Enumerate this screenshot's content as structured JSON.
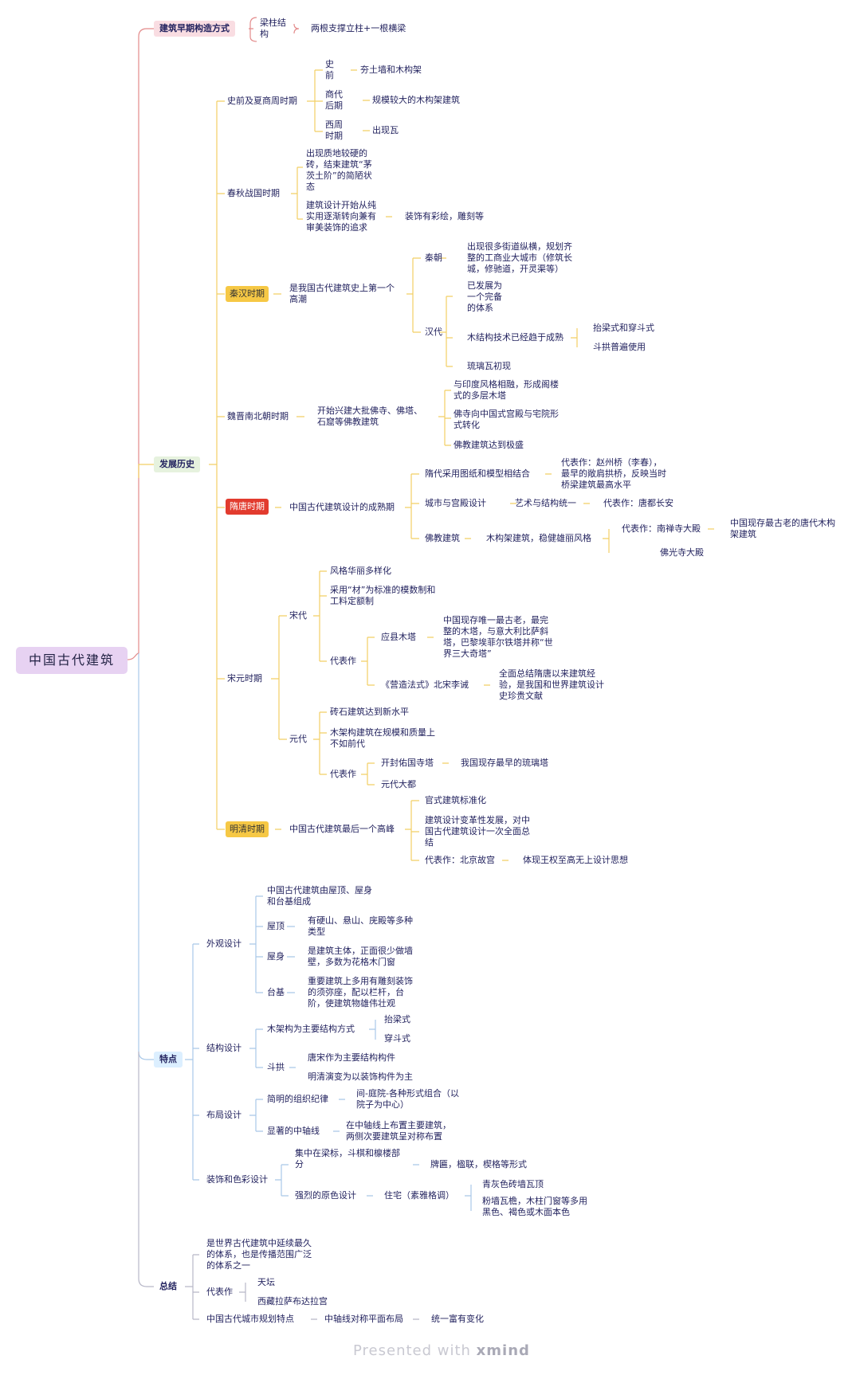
{
  "root": "中国古代建筑",
  "categories": {
    "early": "建筑早期构造方式",
    "history": "发展历史",
    "features": "特点",
    "summary": "总结"
  },
  "early": {
    "a": "梁柱结\n构",
    "b": "两根支撑立柱+一根横梁"
  },
  "history": {
    "prehistory": {
      "label": "史前及夏商周时期",
      "items": [
        {
          "k": "史\n前",
          "v": "夯土墙和木构架"
        },
        {
          "k": "商代\n后期",
          "v": "规模较大的木构架建筑"
        },
        {
          "k": "西周\n时期",
          "v": "出现瓦"
        }
      ]
    },
    "chunqiu": {
      "label": "春秋战国时期",
      "a": "出现质地较硬的\n砖，结束建筑“茅\n茨土阶”的简陋状\n态",
      "b": "建筑设计开始从纯\n实用逐渐转向兼有\n审美装饰的追求",
      "b2": "装饰有彩绘，雕刻等"
    },
    "qinhan": {
      "label": "秦汉时期",
      "desc": "是我国古代建筑史上第一个\n高潮",
      "qin": "秦朝",
      "qin_desc": "出现很多街道纵横，规划齐\n整的工商业大城市（修筑长\n城，修驰道，开灵渠等）",
      "han": "汉代",
      "han_a": "已发展为\n一个完备\n的体系",
      "han_b": "木结构技术已经趋于成熟",
      "han_b1": "抬梁式和穿斗式",
      "han_b2": "斗拱普遍使用",
      "han_c": "琉璃瓦初现"
    },
    "weijin": {
      "label": "魏晋南北朝时期",
      "desc": "开始兴建大批佛寺、佛塔、\n石窟等佛教建筑",
      "a": "与印度风格相融，形成阁楼\n式的多层木塔",
      "b": "佛寺向中国式宫殿与宅院形\n式转化",
      "c": "佛教建筑达到极盛"
    },
    "suitang": {
      "label": "隋唐时期",
      "desc": "中国古代建筑设计的成熟期",
      "a": "隋代采用图纸和模型相结合",
      "a1": "代表作：赵州桥（李春），\n最早的敞肩拱桥，反映当时\n桥梁建筑最高水平",
      "b": "城市与宫殿设计",
      "b1": "艺术与结构统一",
      "b2": "代表作：唐都长安",
      "c": "佛教建筑",
      "c1": "木构架建筑，稳健雄丽风格",
      "c2": "代表作：南禅寺大殿",
      "c3": "中国现存最古老的唐代木构\n架建筑",
      "c4": "佛光寺大殿"
    },
    "songyuan": {
      "label": "宋元时期",
      "song": "宋代",
      "s1": "风格华丽多样化",
      "s2": "采用“材”为标准的模数制和\n工料定额制",
      "s3": "代表作",
      "s3a": "应县木塔",
      "s3a1": "中国现存唯一最古老，最完\n整的木塔，与意大利比萨斜\n塔，巴黎埃菲尔铁塔并称“世\n界三大奇塔”",
      "s3b": "《营造法式》北宋李诫",
      "s3b1": "全面总结隋唐以来建筑经\n验，是我国和世界建筑设计\n史珍贵文献",
      "yuan": "元代",
      "y1": "砖石建筑达到新水平",
      "y2": "木架构建筑在规模和质量上\n不如前代",
      "y3": "代表作",
      "y3a": "开封佑国寺塔",
      "y3a1": "我国现存最早的琉璃塔",
      "y3b": "元代大都"
    },
    "mingqing": {
      "label": "明清时期",
      "desc": "中国古代建筑最后一个高峰",
      "a": "官式建筑标准化",
      "b": "建筑设计变革性发展，对中\n国古代建筑设计一次全面总\n结",
      "c": "代表作：北京故宫",
      "c1": "体现王权至高无上设计思想"
    }
  },
  "features": {
    "appearance": {
      "label": "外观设计",
      "a": "中国古代建筑由屋顶、屋身\n和台基组成",
      "roof": "屋顶",
      "roof1": "有硬山、悬山、庑殿等多种\n类型",
      "body": "屋身",
      "body1": "是建筑主体，正面很少做墙\n壁，多数为花格木门窗",
      "base": "台基",
      "base1": "重要建筑上多用有雕刻装饰\n的须弥座，配以栏杆，台\n阶，使建筑物雄伟壮观"
    },
    "structure": {
      "label": "结构设计",
      "a": "木架构为主要结构方式",
      "a1": "抬梁式",
      "a2": "穿斗式",
      "b": "斗拱",
      "b1": "唐宋作为主要结构构件",
      "b2": "明清演变为以装饰构件为主"
    },
    "layout": {
      "label": "布局设计",
      "a": "简明的组织纪律",
      "a1": "间-庭院-各种形式组合（以\n院子为中心）",
      "b": "显著的中轴线",
      "b1": "在中轴线上布置主要建筑，\n两侧次要建筑呈对称布置"
    },
    "decor": {
      "label": "装饰和色彩设计",
      "a": "集中在梁标，斗棋和檩楼部\n分",
      "a1": "牌匾，楹联，楔格等形式",
      "b": "强烈的原色设计",
      "b1": "住宅（素雅格调）",
      "b1a": "青灰色砖墙瓦顶",
      "b1b": "粉墙瓦檐，木柱门窗等多用\n黑色、褐色或木面本色"
    }
  },
  "summary": {
    "a": "是世界古代建筑中延续最久\n的体系，也是传播范围广泛\n的体系之一",
    "b": "代表作",
    "b1": "天坛",
    "b2": "西藏拉萨布达拉宫",
    "c": "中国古代城市规划特点",
    "c1": "中轴线对称平面布局",
    "c2": "统一富有变化"
  },
  "footer": {
    "pre": "Presented with ",
    "brand": "xmind"
  }
}
